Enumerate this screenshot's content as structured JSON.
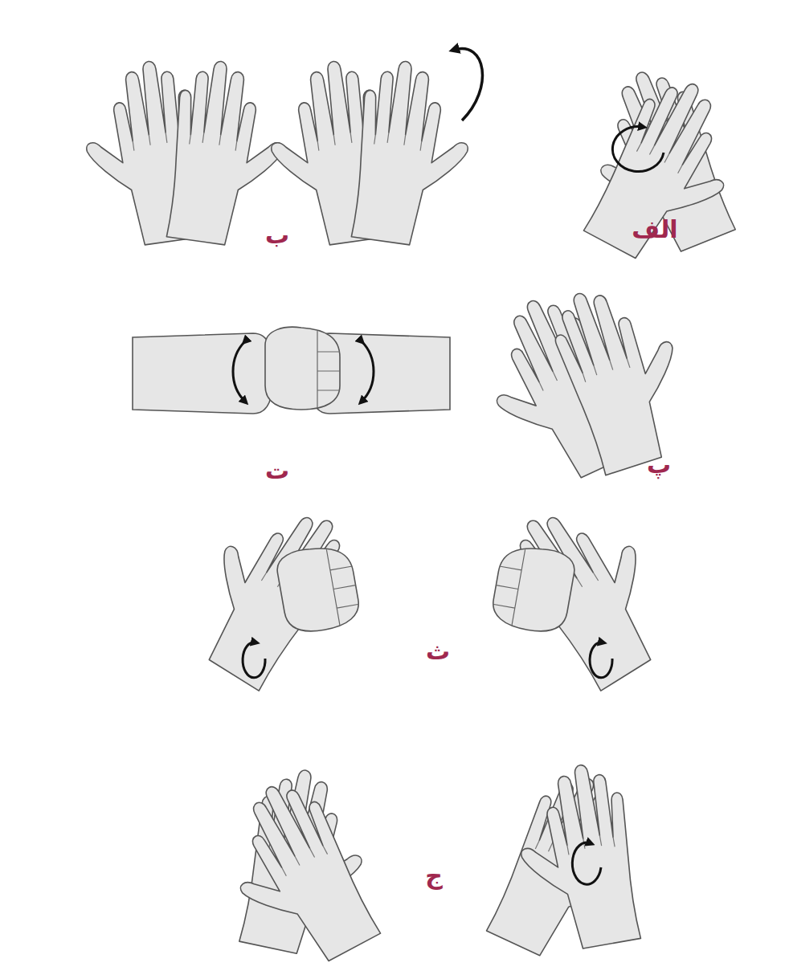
{
  "diagram": {
    "labels": [
      "الف",
      "ب",
      "پ",
      "ت",
      "ث",
      "ج"
    ]
  }
}
